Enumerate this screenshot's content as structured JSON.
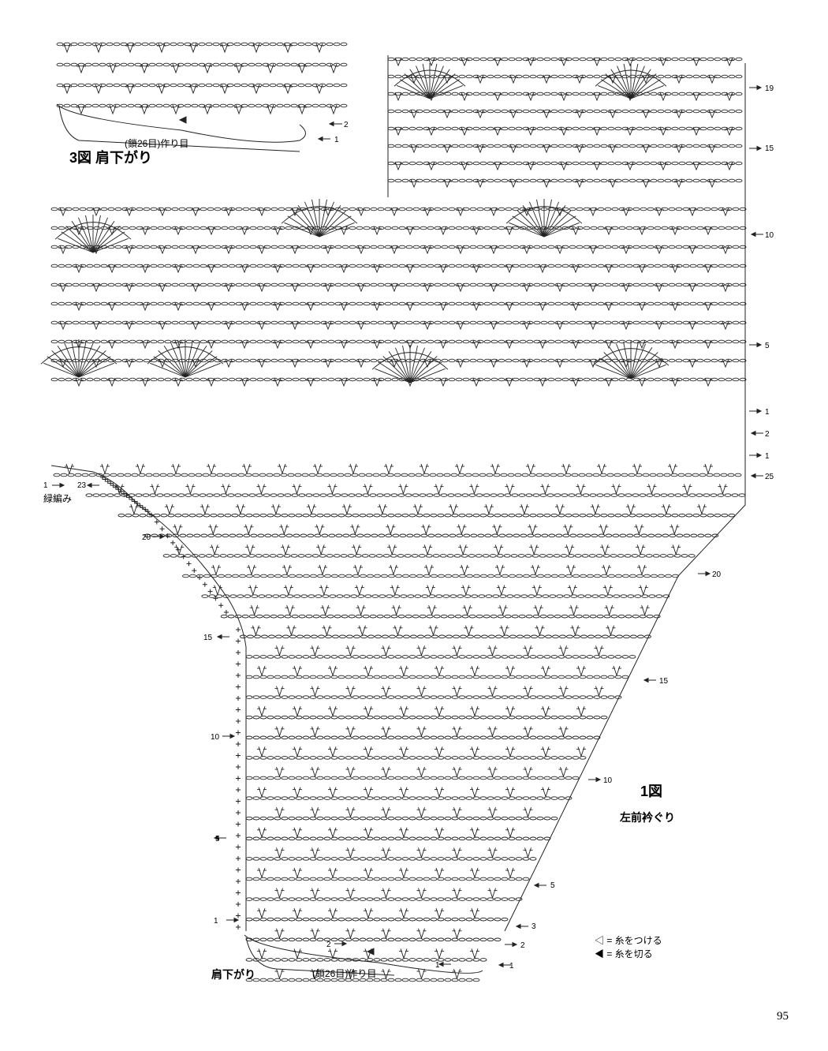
{
  "figure3": {
    "title": "3図 肩下がり",
    "chain_note": "(鎖26目)作り目",
    "row_labels": [
      "2",
      "1"
    ]
  },
  "figure1": {
    "title": "1図",
    "subtitle": "左前衿ぐり",
    "chain_note": "(鎖26目)作り目",
    "shoulder_label": "肩下がり",
    "edging_label": "緑編み",
    "edging_rows": [
      "1",
      "23"
    ],
    "left_rows": [
      "20",
      "15",
      "10",
      "5",
      "1"
    ],
    "bottom_rows": [
      "2",
      "1"
    ],
    "right_rows_upper": [
      "19",
      "15",
      "10",
      "5",
      "1",
      "2",
      "1",
      "25"
    ],
    "right_rows_lower": [
      "20",
      "15",
      "10",
      "5",
      "3",
      "2",
      "1"
    ]
  },
  "legend": {
    "attach": "◁ = 糸をつける",
    "cut": "◀ = 糸を切る"
  },
  "page_number": "95"
}
